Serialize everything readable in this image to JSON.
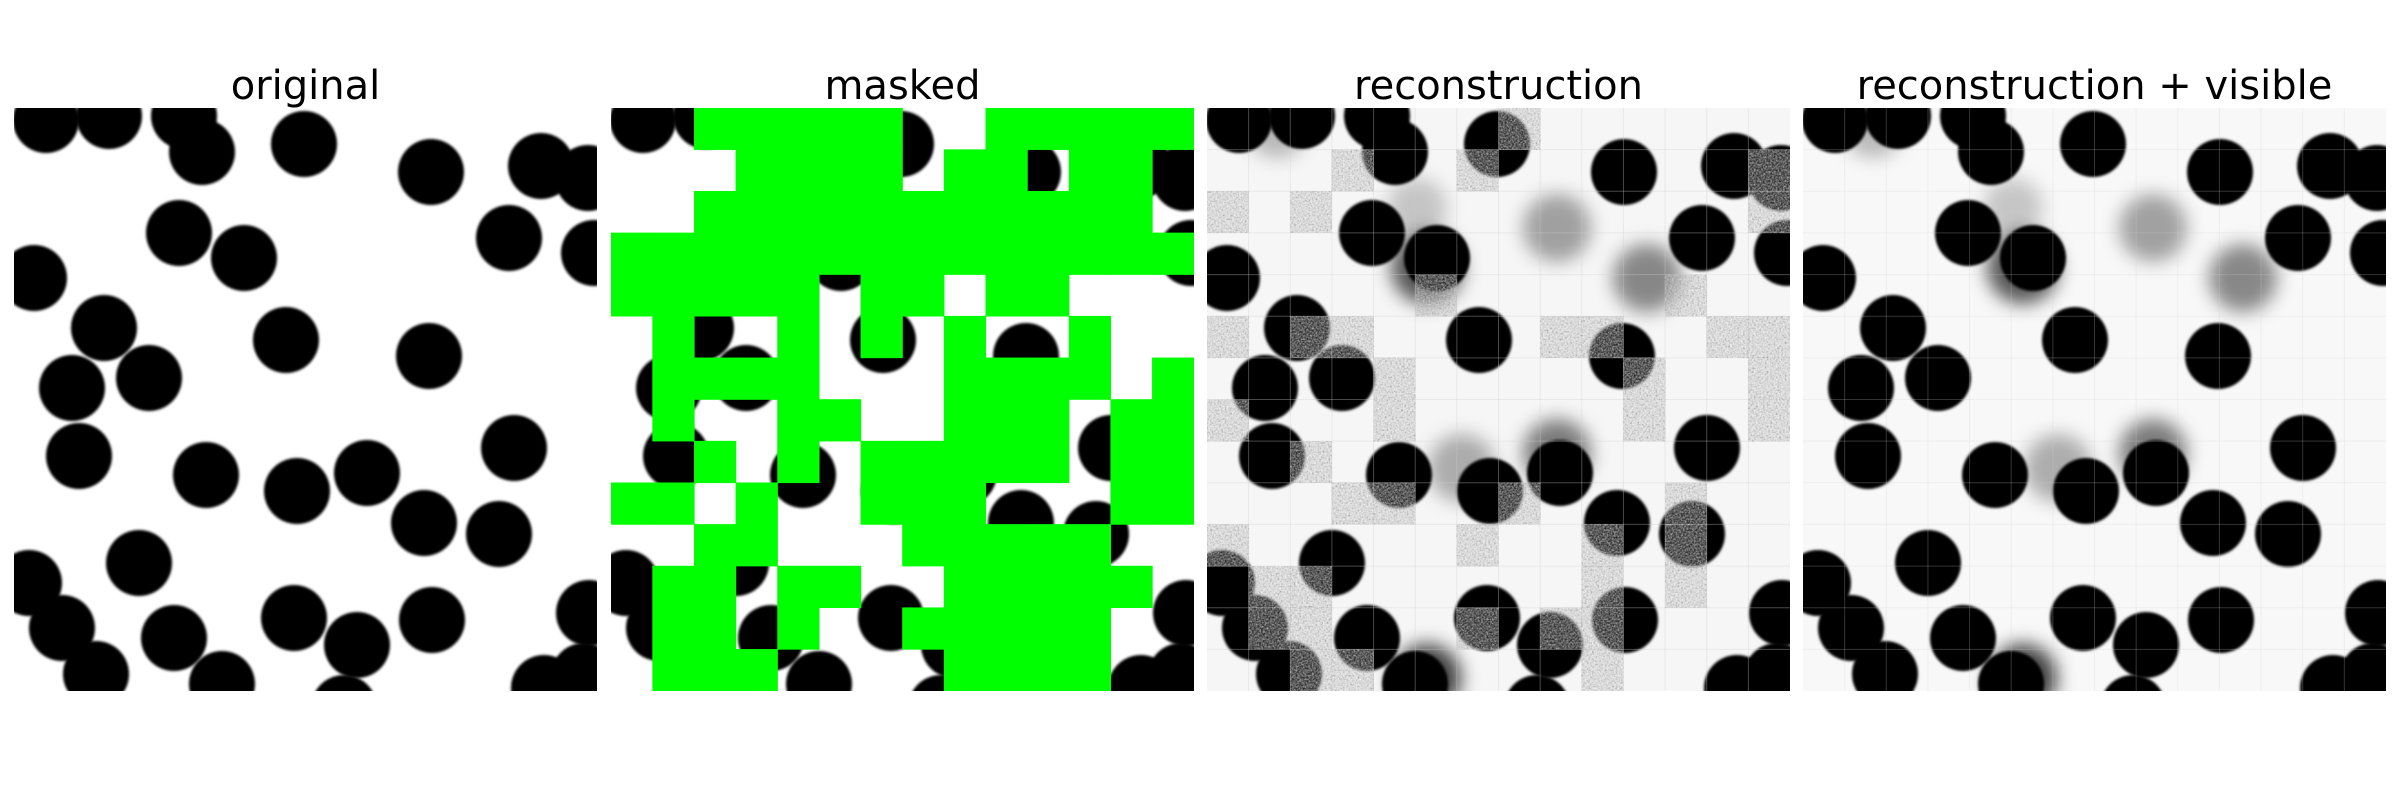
{
  "figure": {
    "panels": [
      {
        "title": "original"
      },
      {
        "title": "masked"
      },
      {
        "title": "reconstruction"
      },
      {
        "title": "reconstruction + visible"
      }
    ]
  },
  "colors": {
    "background": "#ffffff",
    "disc": "#000000",
    "mask": "#00ff00"
  }
}
